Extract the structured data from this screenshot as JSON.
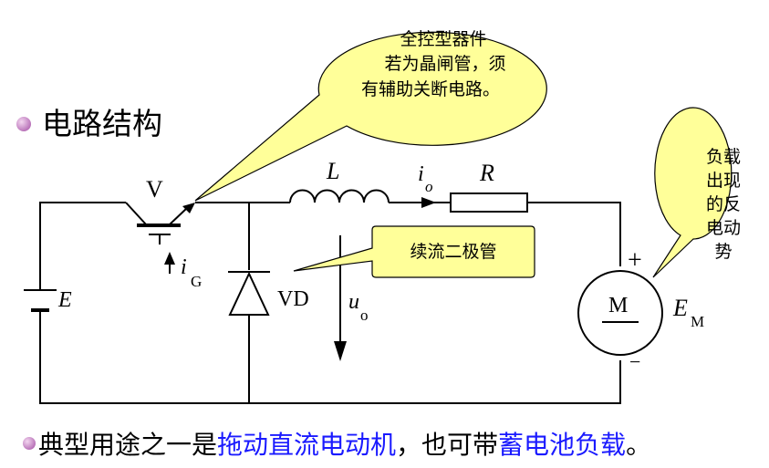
{
  "section_title": "电路结构",
  "callouts": {
    "switch_note": [
      "全控型器件",
      "若为晶闸管，须",
      "有辅助关断电路。"
    ],
    "diode_note": "续流二极管",
    "emf_note": [
      "负载",
      "出现",
      "的反",
      "电动",
      "势"
    ]
  },
  "labels": {
    "switch": "V",
    "inductor": "L",
    "resistor": "R",
    "current_io_main": "i",
    "current_io_sub": "o",
    "gate_current_main": "i",
    "gate_current_sub": "G",
    "source": "E",
    "diode": "VD",
    "voltage_uo_main": "u",
    "voltage_uo_sub": "o",
    "motor": "M",
    "motor_emf_main": "E",
    "motor_emf_sub": "M",
    "plus": "+",
    "minus": "−"
  },
  "bottom_text": {
    "part1": "典型用途之一是",
    "part2": "拖动直流电动机",
    "part3": "，也可带",
    "part4": "蓄电池负载",
    "part5": "。"
  },
  "colors": {
    "highlight_text": "#1a1aff",
    "callout_fill": "#ffff99",
    "bullet": "#cc88cc"
  }
}
